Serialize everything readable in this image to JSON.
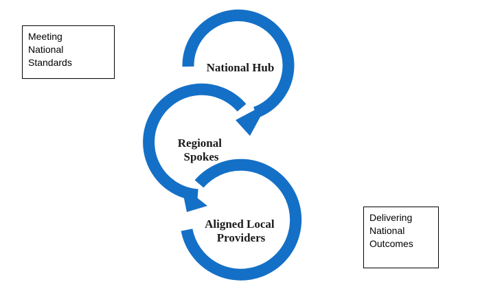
{
  "diagram": {
    "arrow_color": "#1470c6",
    "nodes": [
      {
        "id": "hub",
        "lines": [
          "National Hub"
        ]
      },
      {
        "id": "spokes",
        "lines": [
          "Regional",
          "Spokes"
        ]
      },
      {
        "id": "local",
        "lines": [
          "Aligned Local",
          "Providers"
        ]
      }
    ]
  },
  "notes": {
    "standards": {
      "lines": [
        "Meeting",
        "National",
        "Standards"
      ]
    },
    "outcomes": {
      "lines": [
        "Delivering",
        "National",
        "Outcomes"
      ]
    }
  }
}
